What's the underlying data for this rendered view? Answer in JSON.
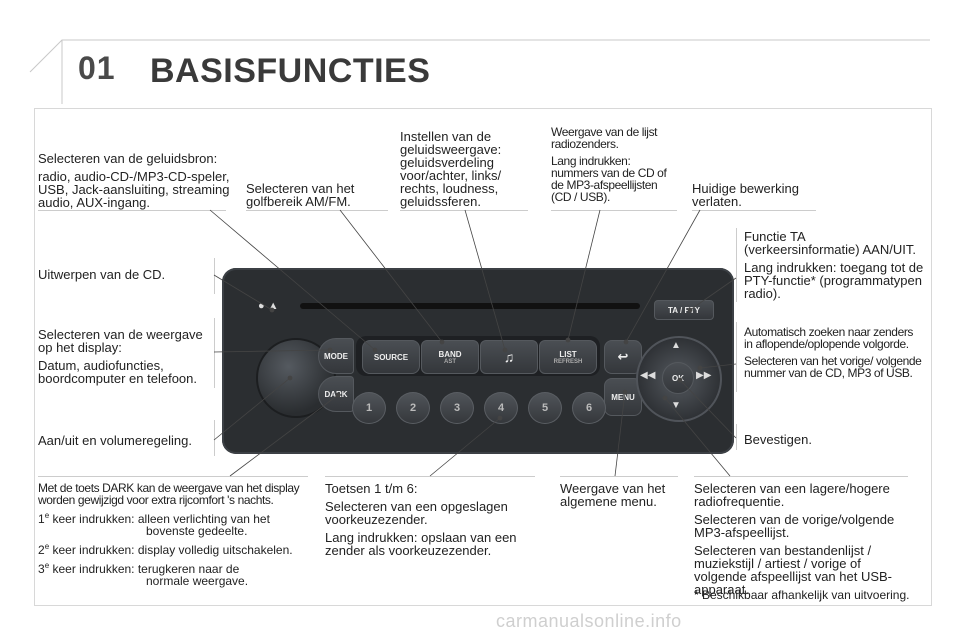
{
  "header": {
    "chapter": "01",
    "title": "BASISFUNCTIES"
  },
  "labels": {
    "source": {
      "title": "Selecteren van de geluidsbron:",
      "body": "radio, audio-CD-/MP3-CD-speler, USB, Jack-aansluiting, streaming audio, AUX-ingang."
    },
    "band": "Selecteren van het golfbereik AM/FM.",
    "sound": "Instellen van de geluidsweergave: geluidsverdeling voor/achter, links/ rechts, loudness, geluidssferen.",
    "list": {
      "title": "Weergave van de lijst radiozenders.",
      "body": "Lang indrukken: nummers van de CD of de MP3-afspeellijsten (CD / USB)."
    },
    "back": "Huidige bewerking verlaten.",
    "eject": "Uitwerpen van de CD.",
    "ta": {
      "title": "Functie TA (verkeersinformatie) AAN/UIT.",
      "body": "Lang indrukken: toegang tot de PTY-functie* (programmatypen radio)."
    },
    "mode": {
      "title": "Selecteren van de weergave op het display:",
      "body": "Datum, audiofuncties, boordcomputer en telefoon."
    },
    "seek": {
      "title": "Automatisch zoeken naar zenders in aflopende/oplopende volgorde.",
      "body": "Selecteren van het vorige/ volgende nummer van de CD, MP3 of USB."
    },
    "power": "Aan/uit en volumeregeling.",
    "ok": "Bevestigen.",
    "dark": {
      "intro": "Met de toets DARK kan de weergave van het display worden gewijzigd voor extra rijcomfort 's nachts.",
      "items": [
        {
          "sup": "e",
          "lead": "1",
          "text1": " keer indrukken: alleen verlichting van het",
          "text2": "bovenste gedeelte."
        },
        {
          "sup": "e",
          "lead": "2",
          "text1": " keer indrukken: display volledig uitschakelen.",
          "text2": ""
        },
        {
          "sup": "e",
          "lead": "3",
          "text1": " keer indrukken: terugkeren naar de",
          "text2": "normale weergave."
        }
      ]
    },
    "presets": {
      "title": "Toetsen 1 t/m 6:",
      "p1": "Selecteren van een opgeslagen voorkeuzezender.",
      "p2": "Lang indrukken: opslaan van een zender als voorkeuzezender."
    },
    "menu": "Weergave van het algemene menu.",
    "freq": {
      "p1": "Selecteren van een lagere/hogere radiofrequentie.",
      "p2": "Selecteren van de vorige/volgende MP3-afspeellijst.",
      "p3": "Selecteren van bestandenlijst / muziekstijl / artiest / vorige of volgende afspeellijst van het USB-apparaat."
    },
    "footnote": "* Beschikbaar afhankelijk van uitvoering."
  },
  "radio": {
    "buttons": {
      "source": "SOURCE",
      "band": "BAND",
      "band_sub": "AST",
      "list": "LIST",
      "list_sub": "REFRESH",
      "ta_pty": "TA / PTY",
      "mode": "MODE",
      "dark": "DARK",
      "menu": "MENU",
      "ok": "OK"
    },
    "presets": [
      "1",
      "2",
      "3",
      "4",
      "5",
      "6"
    ]
  },
  "watermark": "carmanualsonline.info"
}
